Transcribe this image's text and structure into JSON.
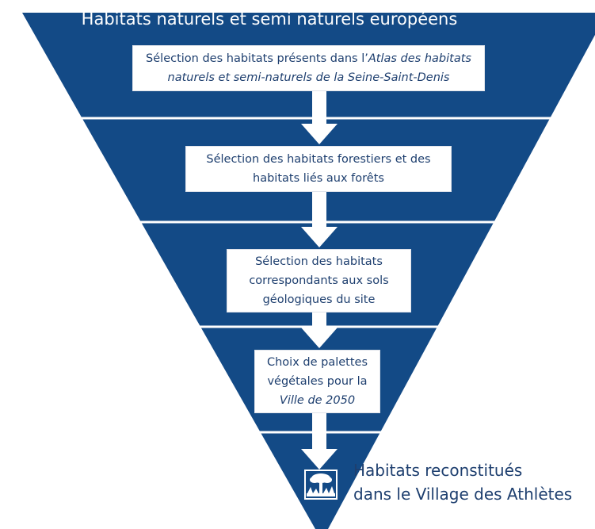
{
  "diagram": {
    "title": "Habitats naturels et semi naturels européens",
    "colors": {
      "funnel": "#134a86",
      "divider": "#ffffff",
      "box_text": "#1e3f6f",
      "arrow": "#ffffff"
    },
    "steps": [
      {
        "line1_plain": "Sélection des habitats présents dans l’",
        "line1_italic": "Atlas des habitats",
        "line2_italic": "naturels et semi-naturels de la Seine-Saint-Denis"
      },
      {
        "line1": "Sélection des habitats forestiers et des",
        "line2": "habitats liés aux forêts"
      },
      {
        "line1": "Sélection des habitats",
        "line2": "correspondants aux sols",
        "line3": "géologiques du site"
      },
      {
        "line1": "Choix de palettes",
        "line2": "végétales pour la",
        "line3_italic": "Ville de 2050"
      }
    ],
    "result": {
      "line1": "Habitats reconstitués",
      "line2": "dans le Village des Athlètes",
      "icon": "forest-habitat-icon"
    }
  }
}
